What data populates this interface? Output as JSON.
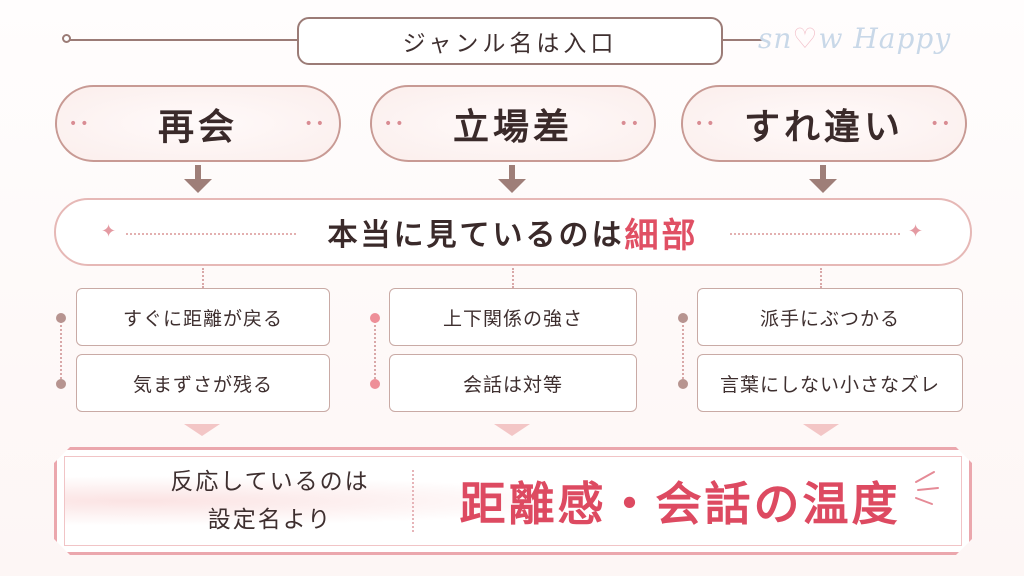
{
  "header": {
    "title": "ジャンル名は入口"
  },
  "watermark": {
    "prefix": "sn",
    "heart": "♡",
    "rest": "w  Happy"
  },
  "genres": [
    {
      "label": "再会"
    },
    {
      "label": "立場差"
    },
    {
      "label": "すれ違い"
    }
  ],
  "focus": {
    "lead": "本当に見ているのは",
    "accent": "細部"
  },
  "details": [
    [
      "すぐに距離が戻る",
      "気まずさが残る"
    ],
    [
      "上下関係の強さ",
      "会話は対等"
    ],
    [
      "派手にぶつかる",
      "言葉にしない小さなズレ"
    ]
  ],
  "conclusion": {
    "line1": "反応しているのは",
    "line2": "設定名より",
    "highlight": "距離感・会話の温度"
  },
  "colors": {
    "accent": "#dd4a61",
    "brown": "#9b7b76",
    "pink_border": "#eba7ad"
  }
}
